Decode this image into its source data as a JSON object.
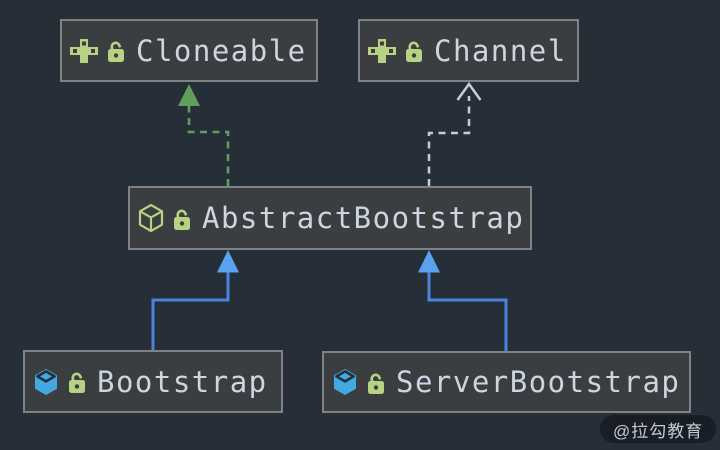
{
  "diagram": {
    "type": "uml-class-diagram",
    "nodes": [
      {
        "label": "Cloneable",
        "kind": "interface",
        "badge": "open-lock"
      },
      {
        "label": "Channel",
        "kind": "interface",
        "badge": "open-lock"
      },
      {
        "label": "AbstractBootstrap",
        "kind": "abstract-class",
        "badge": "open-lock"
      },
      {
        "label": "Bootstrap",
        "kind": "class",
        "badge": "open-lock"
      },
      {
        "label": "ServerBootstrap",
        "kind": "class",
        "badge": "open-lock"
      }
    ],
    "edges": [
      {
        "from": "AbstractBootstrap",
        "to": "Cloneable",
        "relation": "implements",
        "style": "dashed",
        "arrowhead": "filled-triangle",
        "color": "#609e5c"
      },
      {
        "from": "AbstractBootstrap",
        "to": "Channel",
        "relation": "implements",
        "style": "dashed",
        "arrowhead": "open-v",
        "color": "#c5cdd6"
      },
      {
        "from": "Bootstrap",
        "to": "AbstractBootstrap",
        "relation": "extends",
        "style": "solid",
        "arrowhead": "filled-triangle",
        "color": "#4a84dd"
      },
      {
        "from": "ServerBootstrap",
        "to": "AbstractBootstrap",
        "relation": "extends",
        "style": "solid",
        "arrowhead": "filled-triangle",
        "color": "#4a84dd"
      }
    ],
    "colors": {
      "canvas_background": "#262e38",
      "node_fill": "#3b3e41",
      "node_border": "#7e8285",
      "node_text": "#ccd5e0",
      "interface_icon_green": "#b6d282",
      "class_icon_blue": "#42a9e2",
      "extends_arrow_blue": "#4a84dd",
      "extends_arrowhead_blue": "#58a2ee",
      "implements_arrow_green": "#609e5c",
      "implements_arrow_gray": "#c5cdd6"
    },
    "watermark": "@拉勾教育"
  }
}
